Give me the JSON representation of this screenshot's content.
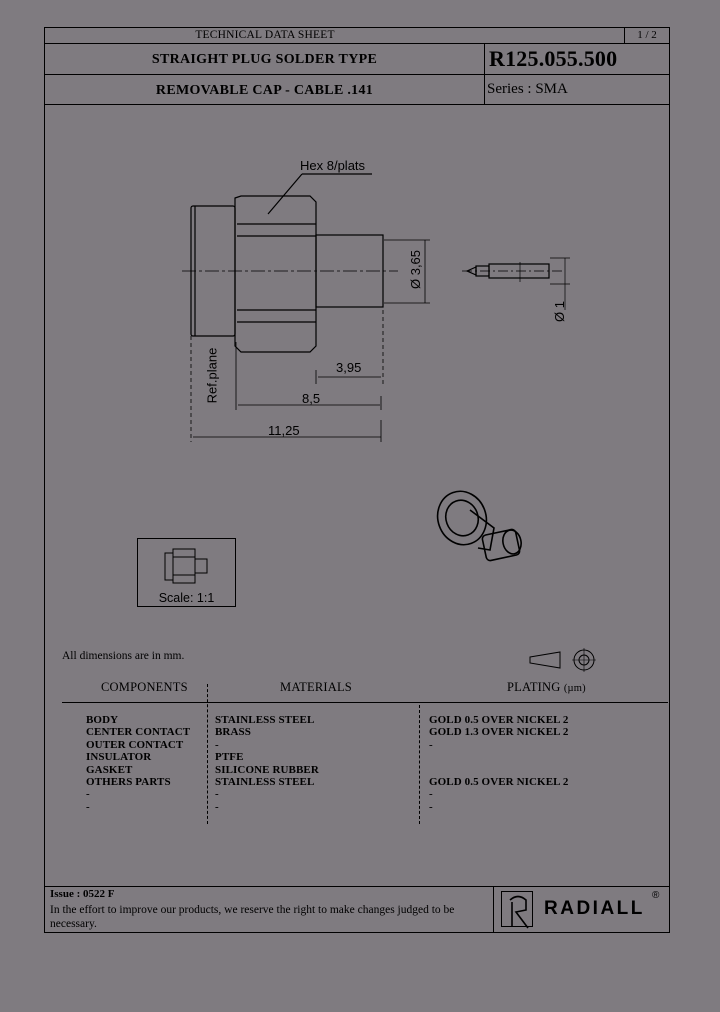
{
  "header": {
    "doc_type": "TECHNICAL DATA SHEET",
    "page": "1 / 2",
    "title_line1": "STRAIGHT PLUG SOLDER TYPE",
    "title_line2": "REMOVABLE CAP - CABLE .141",
    "part_number": "R125.055.500",
    "series": "Series : SMA"
  },
  "drawing": {
    "hex_label": "Hex 8/plats",
    "ref_plane_label": "Ref.plane",
    "dim_diameter_body": "Ø 3,65",
    "dim_diameter_pin": "Ø 1",
    "dim_395": "3,95",
    "dim_85": "8,5",
    "dim_1125": "11,25",
    "scale_label": "Scale: 1:1"
  },
  "note": "All dimensions are in mm.",
  "table": {
    "headers": {
      "components": "COMPONENTS",
      "materials": "MATERIALS",
      "plating": "PLATING",
      "plating_unit": "(µm)"
    },
    "rows": [
      {
        "component": "BODY",
        "material": "STAINLESS STEEL",
        "plating": "GOLD 0.5 OVER NICKEL 2"
      },
      {
        "component": "CENTER CONTACT",
        "material": "BRASS",
        "plating": "GOLD 1.3 OVER NICKEL 2"
      },
      {
        "component": "OUTER CONTACT",
        "material": "-",
        "plating": "-"
      },
      {
        "component": "INSULATOR",
        "material": "PTFE",
        "plating": ""
      },
      {
        "component": "GASKET",
        "material": "SILICONE RUBBER",
        "plating": ""
      },
      {
        "component": "OTHERS PARTS",
        "material": "STAINLESS STEEL",
        "plating": "GOLD 0.5 OVER NICKEL 2"
      },
      {
        "component": "-",
        "material": "-",
        "plating": "-"
      },
      {
        "component": "-",
        "material": "-",
        "plating": "-"
      }
    ]
  },
  "footer": {
    "issue": "Issue : 0522 F",
    "disclaimer": "In the effort to improve our products, we reserve the right to make changes judged to be necessary.",
    "logo_text": "RADIALL",
    "registered": "®"
  }
}
